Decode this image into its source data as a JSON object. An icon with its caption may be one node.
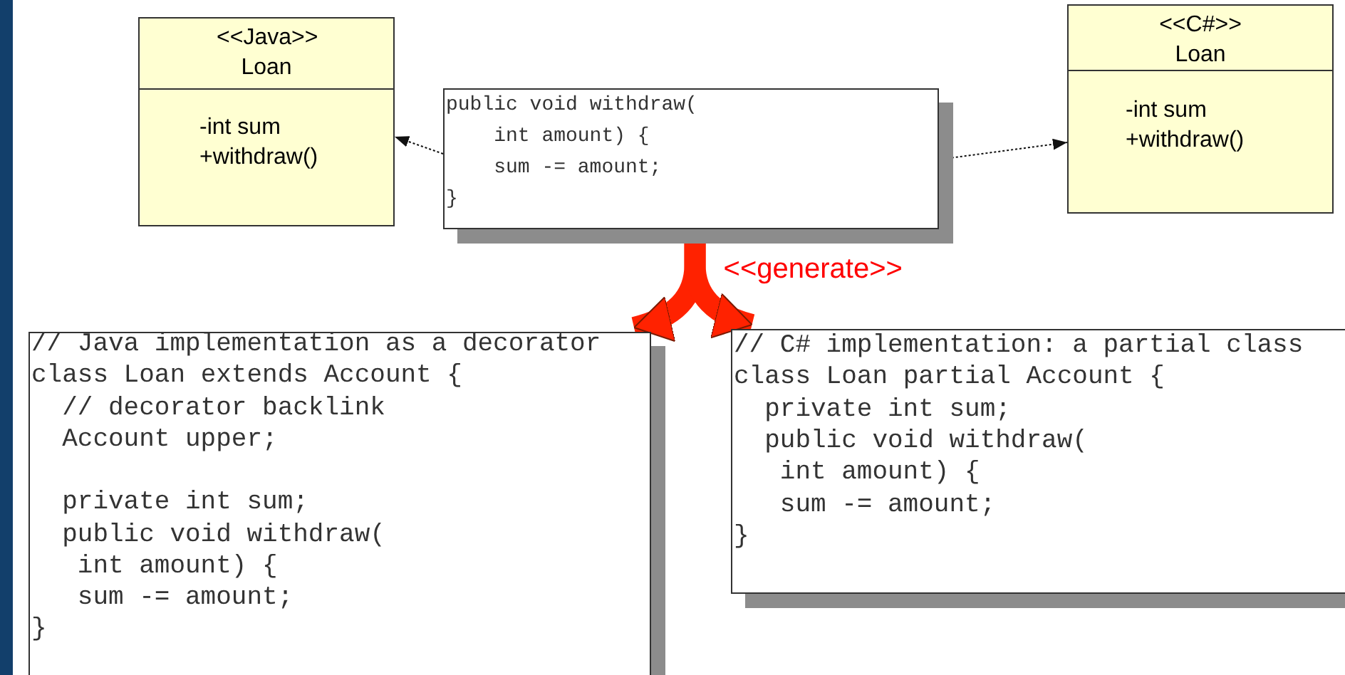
{
  "diagram": {
    "nodes": [
      {
        "text": [
          "<<Java>> Loan",
          "-int sum +withdraw()"
        ]
      },
      {
        "text": [
          "public void withdraw(",
          "int amount) {",
          "sum -= amount;",
          "}"
        ]
      },
      {
        "text": [
          "<<C#>> Loan",
          "-int sum +withdraw()"
        ]
      },
      {
        "text": [
          "// Java implementation as a decorator",
          "class Loan extends Account {",
          "// decorator backlink",
          "Account upper;",
          "private int sum;",
          "public void withdraw(",
          "int amount) {",
          "sum -= amount;",
          "}"
        ]
      },
      {
        "text": [
          "// C# implementation: a partial class",
          "class Loan partial Account {",
          "private int sum;",
          "public void withdraw(",
          "int amount) {",
          "sum -= amount;",
          "}"
        ]
      }
    ],
    "edges": [
      {
        "from": 1,
        "to": 0,
        "arrow": "to",
        "style": "dashed"
      },
      {
        "from": 1,
        "to": 2,
        "arrow": "to",
        "style": "dashed"
      },
      {
        "from": 1,
        "to": 3,
        "arrow": "to",
        "style": "thick",
        "color": "#ff2200"
      },
      {
        "from": 1,
        "to": 4,
        "arrow": "to",
        "style": "thick",
        "color": "#ff2200",
        "label": "<<generate>>"
      }
    ]
  }
}
